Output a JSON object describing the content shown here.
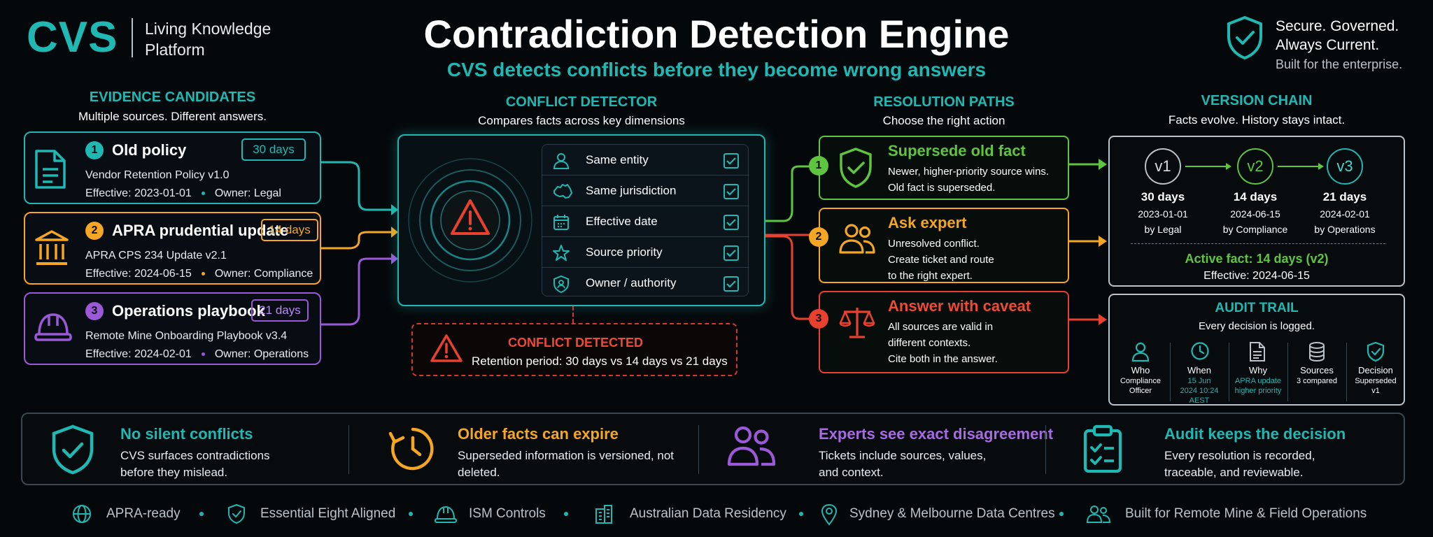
{
  "colors": {
    "teal": "#1fb8b3",
    "orange": "#f5a623",
    "purple": "#9b59d8",
    "green": "#5fc440",
    "red": "#e8412f"
  },
  "header": {
    "logo": "CVS",
    "logo_subtitle": "Living Knowledge Platform",
    "title": "Contradiction Detection Engine",
    "subtitle": "CVS detects conflicts before they become wrong answers",
    "security_line1": "Secure. Governed.",
    "security_line2": "Always Current.",
    "security_line3": "Built for the enterprise."
  },
  "evidence": {
    "heading": "EVIDENCE CANDIDATES",
    "subheading": "Multiple sources. Different answers.",
    "cards": [
      {
        "num": "1",
        "title": "Old policy",
        "badge": "30 days",
        "doc": "Vendor Retention Policy v1.0",
        "effective": "Effective: 2023-01-01",
        "owner": "Owner: Legal",
        "icon": "document-icon"
      },
      {
        "num": "2",
        "title": "APRA prudential update",
        "badge": "14 days",
        "doc": "APRA CPS 234 Update v2.1",
        "effective": "Effective: 2024-06-15",
        "owner": "Owner: Compliance",
        "icon": "bank-icon"
      },
      {
        "num": "3",
        "title": "Operations playbook",
        "badge": "21 days",
        "doc": "Remote Mine Onboarding Playbook v3.4",
        "effective": "Effective: 2024-02-01",
        "owner": "Owner: Operations",
        "icon": "hard-hat-icon"
      }
    ]
  },
  "detector": {
    "heading": "CONFLICT DETECTOR",
    "subheading": "Compares facts across key dimensions",
    "checks": [
      {
        "label": "Same entity",
        "icon": "person-icon"
      },
      {
        "label": "Same jurisdiction",
        "icon": "australia-map-icon"
      },
      {
        "label": "Effective date",
        "icon": "calendar-icon"
      },
      {
        "label": "Source priority",
        "icon": "star-icon"
      },
      {
        "label": "Owner / authority",
        "icon": "badge-person-icon"
      }
    ],
    "alert_title": "CONFLICT DETECTED",
    "alert_text": "Retention period: 30 days vs 14 days vs 21 days"
  },
  "resolution": {
    "heading": "RESOLUTION PATHS",
    "subheading": "Choose the right action",
    "paths": [
      {
        "num": "1",
        "title": "Supersede old fact",
        "lines": [
          "Newer, higher-priority source wins.",
          "Old fact is superseded."
        ]
      },
      {
        "num": "2",
        "title": "Ask expert",
        "lines": [
          "Unresolved conflict.",
          "Create ticket and route",
          "to the right expert."
        ]
      },
      {
        "num": "3",
        "title": "Answer with caveat",
        "lines": [
          "All sources are valid in",
          "different contexts.",
          "Cite both in the answer."
        ]
      }
    ]
  },
  "version_chain": {
    "heading": "VERSION CHAIN",
    "subheading": "Facts evolve. History stays intact.",
    "versions": [
      {
        "label": "v1",
        "days": "30 days",
        "date": "2023-01-01",
        "by": "by Legal"
      },
      {
        "label": "v2",
        "days": "14 days",
        "date": "2024-06-15",
        "by": "by Compliance"
      },
      {
        "label": "v3",
        "days": "21 days",
        "date": "2024-02-01",
        "by": "by Operations"
      }
    ],
    "active": "Active fact: 14 days (v2)",
    "active_effective": "Effective: 2024-06-15"
  },
  "audit": {
    "title": "AUDIT TRAIL",
    "subtitle": "Every decision is logged.",
    "columns": [
      {
        "title": "Who",
        "value": "Compliance Officer",
        "icon": "person-icon"
      },
      {
        "title": "When",
        "value": "15 Jun 2024 10:24 AEST",
        "icon": "clock-icon"
      },
      {
        "title": "Why",
        "value": "APRA update higher priority",
        "icon": "document-icon"
      },
      {
        "title": "Sources",
        "value": "3 compared",
        "icon": "database-icon"
      },
      {
        "title": "Decision",
        "value": "Superseded v1",
        "icon": "shield-check-icon"
      }
    ]
  },
  "benefits": [
    {
      "title": "No silent conflicts",
      "desc": "CVS surfaces contradictions before they mislead.",
      "icon": "shield-check-icon"
    },
    {
      "title": "Older facts can expire",
      "desc": "Superseded information is versioned, not deleted.",
      "icon": "clock-expire-icon"
    },
    {
      "title": "Experts see exact disagreement",
      "desc": "Tickets include sources, values, and context.",
      "icon": "people-icon"
    },
    {
      "title": "Audit keeps the decision",
      "desc": "Every resolution is recorded, traceable, and reviewable.",
      "icon": "clipboard-check-icon"
    }
  ],
  "footer": [
    {
      "label": "APRA-ready",
      "icon": "globe-icon"
    },
    {
      "label": "Essential Eight Aligned",
      "icon": "shield-check-icon"
    },
    {
      "label": "ISM Controls",
      "icon": "helmet-icon"
    },
    {
      "label": "Australian Data Residency",
      "icon": "building-icon"
    },
    {
      "label": "Sydney & Melbourne Data Centres",
      "icon": "location-pin-icon"
    },
    {
      "label": "Built for Remote Mine & Field Operations",
      "icon": "team-icon"
    }
  ]
}
